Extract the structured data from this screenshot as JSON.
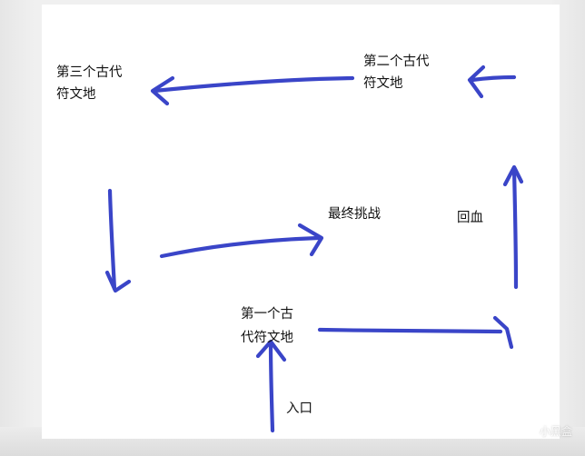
{
  "nodes": {
    "third_ancient_rune": "第三个古代\n符文地",
    "second_ancient_rune": "第二个古代\n符文地",
    "final_challenge": "最终挑战",
    "restore_hp": "回血",
    "first_ancient_rune": "第一个古\n代符文地",
    "entrance": "入口"
  },
  "watermark": {
    "text": "小黑盒",
    "icon": "heybox-logo-icon"
  },
  "colors": {
    "arrow": "#3a45c8",
    "canvas": "#ffffff",
    "text": "#111111"
  }
}
